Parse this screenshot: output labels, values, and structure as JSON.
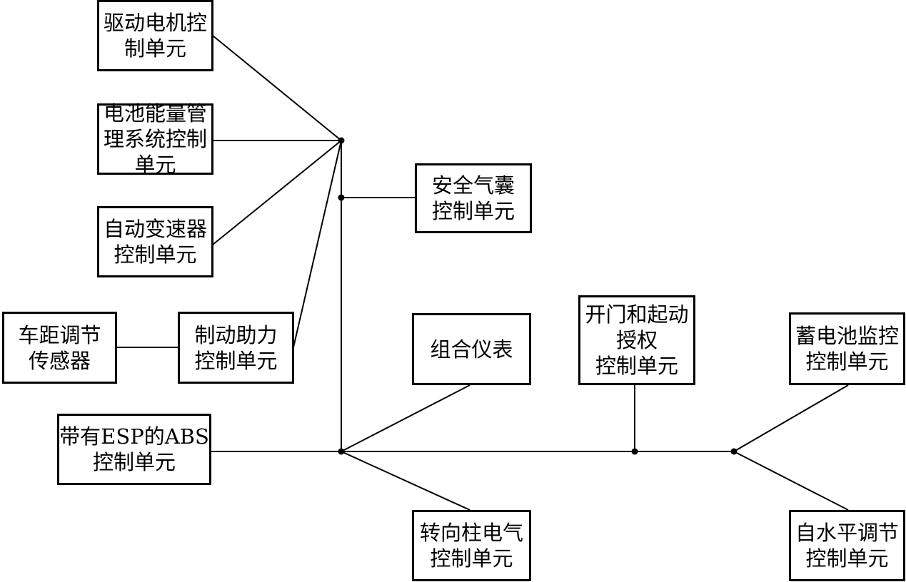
{
  "nodes": {
    "drive_motor": {
      "lines": [
        "驱动电机控",
        "制单元"
      ]
    },
    "battery_energy": {
      "lines": [
        "电池能量管",
        "理系统控制",
        "单元"
      ]
    },
    "auto_transmission": {
      "lines": [
        "自动变速器",
        "控制单元"
      ]
    },
    "distance_sensor": {
      "lines": [
        "车距调节",
        "传感器"
      ]
    },
    "brake_assist": {
      "lines": [
        "制动助力",
        "控制单元"
      ]
    },
    "airbag": {
      "lines": [
        "安全气囊",
        "控制单元"
      ]
    },
    "instrument_cluster": {
      "lines": [
        "组合仪表"
      ]
    },
    "door_start_auth": {
      "lines": [
        "开门和起动",
        "授权",
        "控制单元"
      ]
    },
    "battery_monitor": {
      "lines": [
        "蓄电池监控",
        "控制单元"
      ]
    },
    "abs_esp": {
      "lines": [
        "带有ESP的ABS",
        "控制单元"
      ]
    },
    "steering_column": {
      "lines": [
        "转向柱电气",
        "控制单元"
      ]
    },
    "self_leveling": {
      "lines": [
        "自水平调节",
        "控制单元"
      ]
    }
  },
  "style": {
    "line_color": "#000000",
    "node_border": "#000000",
    "background": "#ffffff"
  }
}
